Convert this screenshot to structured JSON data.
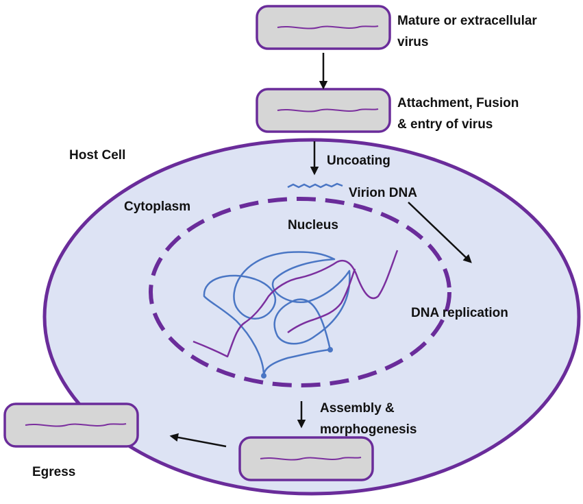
{
  "colors": {
    "cell_fill": "#dde3f4",
    "membrane": "#6a2c9a",
    "virion_fill": "#d6d6d6",
    "virion_outline": "#6a2c9a",
    "viral_dna": "#7b2f9e",
    "host_dna": "#4a76c4",
    "arrow": "#111111"
  },
  "labels": {
    "mature_virus": [
      "Mature or extracellular",
      "virus"
    ],
    "attachment": [
      "Attachment, Fusion",
      "& entry of virus"
    ],
    "host_cell": "Host Cell",
    "uncoating": "Uncoating",
    "virion_dna": "Virion DNA",
    "cytoplasm": "Cytoplasm",
    "nucleus": "Nucleus",
    "dna_replication": "DNA replication",
    "assembly": [
      "Assembly &",
      "morphogenesis"
    ],
    "egress": "Egress"
  }
}
